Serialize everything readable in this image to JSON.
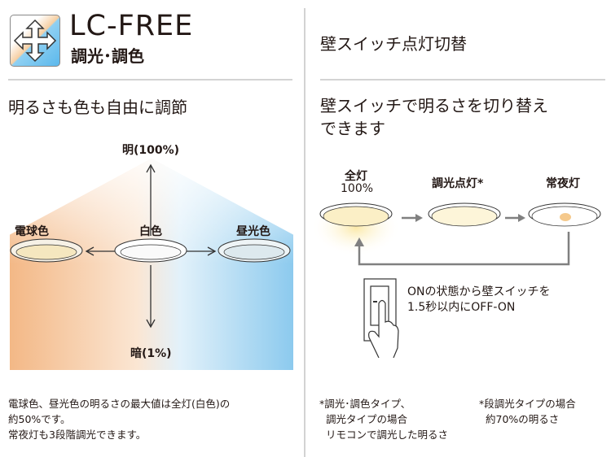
{
  "left": {
    "brand": "LC-FREE",
    "brand_sub": "調光･調色",
    "heading": "明るさも色も自由に調節",
    "top_label": "明(100%)",
    "bottom_label": "暗(1%)",
    "lamps": [
      "電球色",
      "白色",
      "昼光色"
    ],
    "note_lines": [
      "電球色、昼光色の明るさの最大値は全灯(白色)の",
      "約50%です。",
      "常夜灯も3段階調光できます。"
    ],
    "colors": {
      "warm": "#f3b886",
      "cool": "#8ccaee"
    }
  },
  "right": {
    "title": "壁スイッチ点灯切替",
    "heading_lines": [
      "壁スイッチで明るさを切り替え",
      "できます"
    ],
    "steps": [
      {
        "label": "全灯",
        "sub": "100%"
      },
      {
        "label": "調光点灯*"
      },
      {
        "label": "常夜灯"
      }
    ],
    "switch_text": [
      "ONの状態から壁スイッチを",
      "1.5秒以内にOFF-ON"
    ],
    "note1": [
      "*調光･調色タイプ、",
      "調光タイプの場合",
      "リモコンで調光した明るさ"
    ],
    "note2": [
      "*段調光タイプの場合",
      "約70%の明るさ"
    ]
  }
}
